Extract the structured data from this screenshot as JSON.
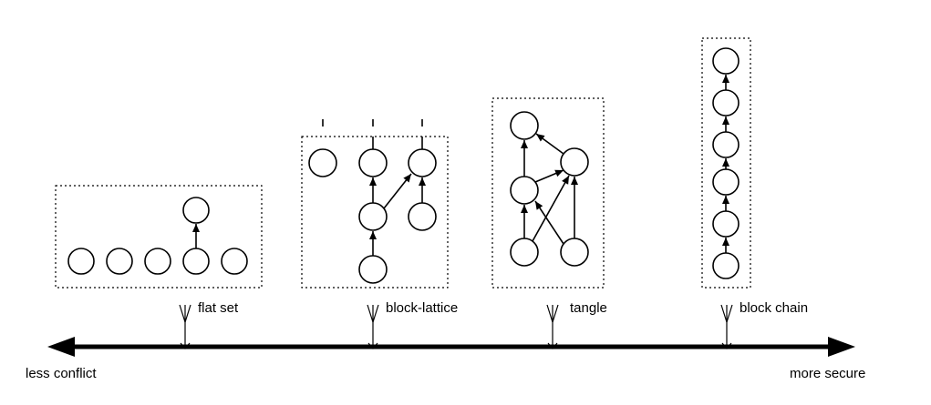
{
  "diagram": {
    "axis": {
      "left_label": "less conflict",
      "right_label": "more secure"
    },
    "structures": [
      {
        "id": "flat-set",
        "label": "flat set"
      },
      {
        "id": "block-lattice",
        "label": "block-lattice"
      },
      {
        "id": "tangle",
        "label": "tangle"
      },
      {
        "id": "block-chain",
        "label": "block chain"
      }
    ]
  }
}
